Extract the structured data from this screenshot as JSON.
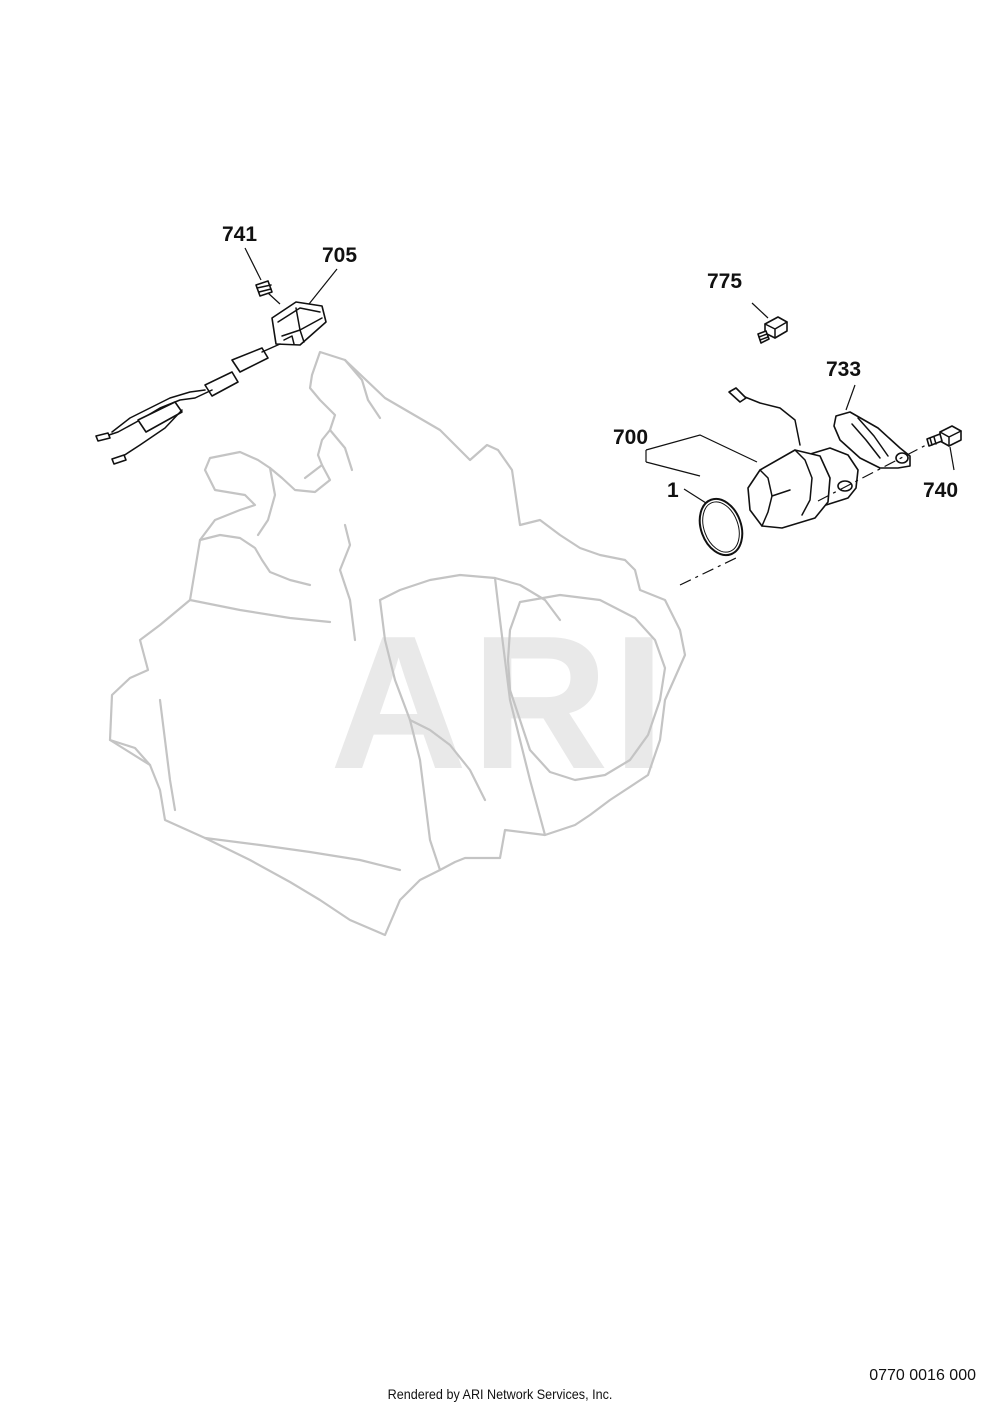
{
  "watermark": "ARI",
  "callouts": {
    "c741": "741",
    "c705": "705",
    "c775": "775",
    "c733": "733",
    "c700": "700",
    "c1": "1",
    "c740": "740"
  },
  "footer": {
    "doc_code": "0770 0016 000",
    "credit": "Rendered by ARI Network Services, Inc."
  },
  "colors": {
    "ghost_outline": "#c4c4c4",
    "part_line": "#111111",
    "watermark": "#e9e9e9"
  }
}
